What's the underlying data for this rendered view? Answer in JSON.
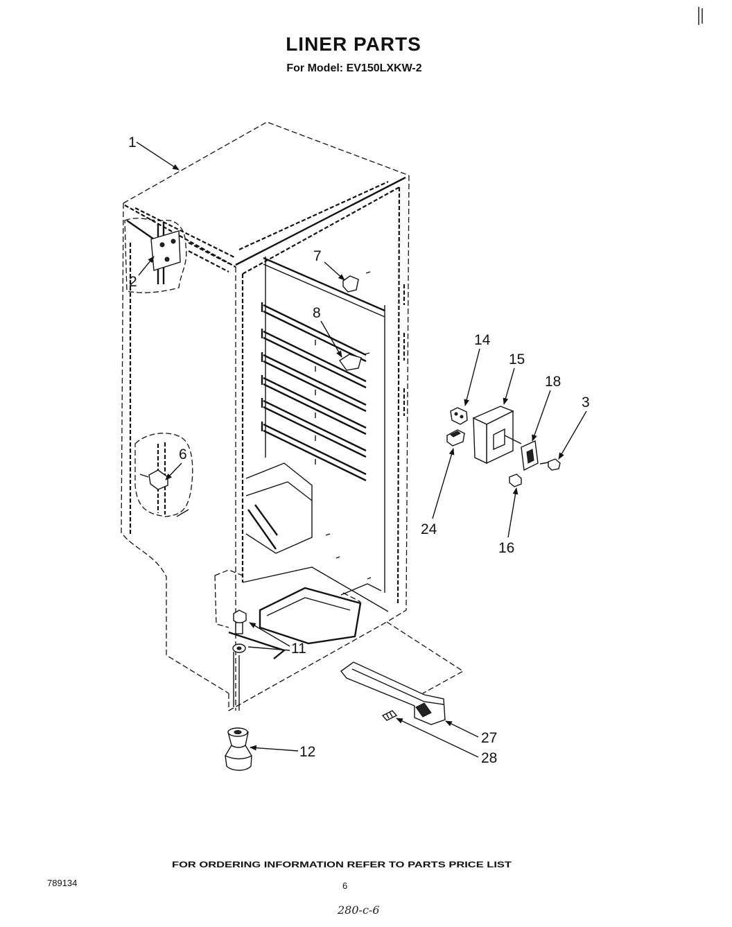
{
  "title": "LINER PARTS",
  "subtitle": "For Model: EV150LXKW-2",
  "callouts": [
    "1",
    "2",
    "7",
    "8",
    "6",
    "14",
    "15",
    "18",
    "3",
    "24",
    "16",
    "11",
    "12",
    "27",
    "28"
  ],
  "footer": {
    "ordering_note": "FOR ORDERING INFORMATION REFER TO PARTS PRICE LIST",
    "document_number": "789134",
    "page_number": "6",
    "handwritten_note": "280-c-6"
  },
  "colors": {
    "ink": "#111111",
    "paper": "#ffffff"
  }
}
